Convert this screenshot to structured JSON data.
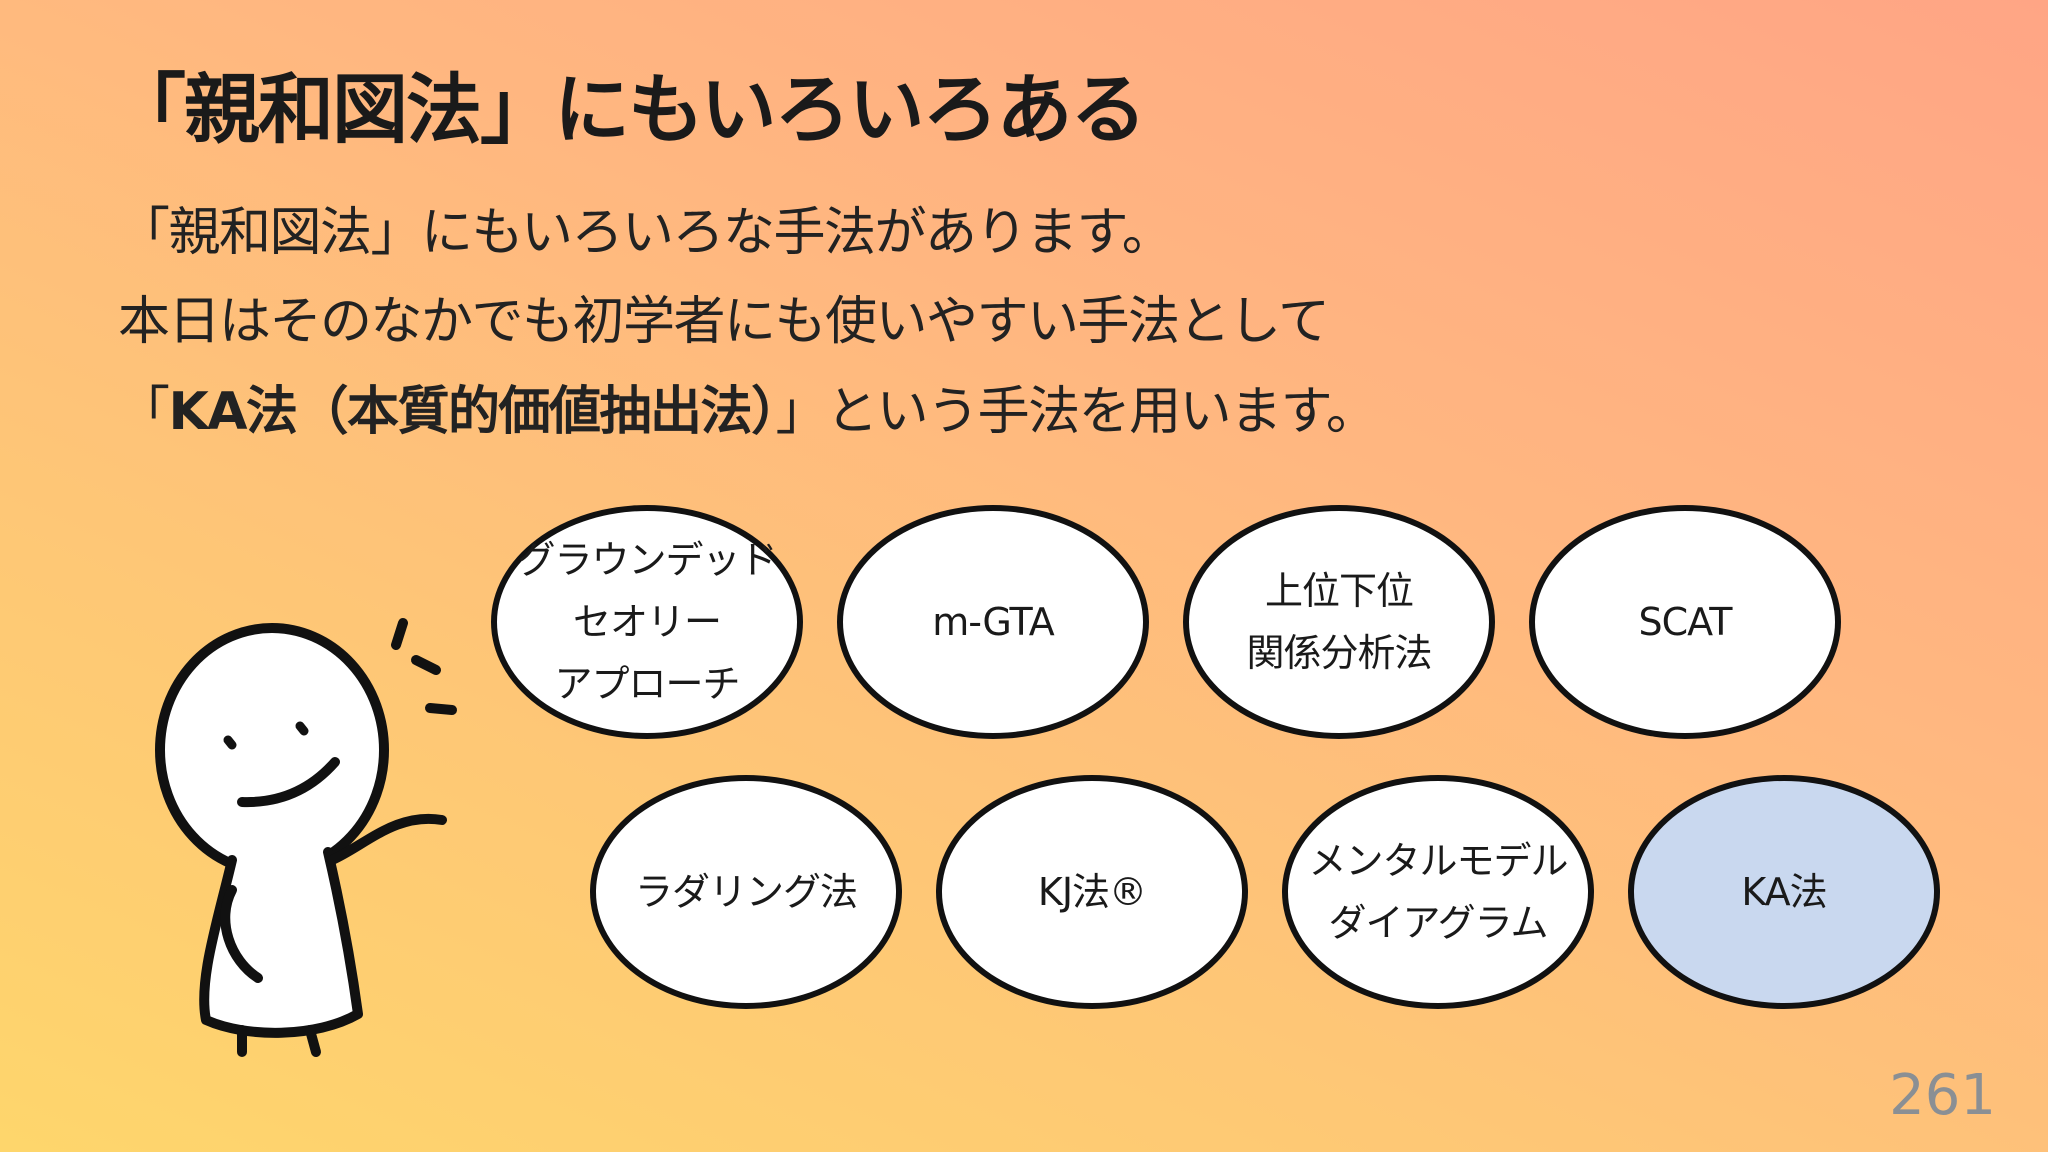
{
  "slide": {
    "title": "「親和図法」にもいろいろある",
    "body": {
      "line1": "「親和図法」にもいろいろな手法があります。",
      "line2": "本日はそのなかでも初学者にも使いやすい手法として",
      "line3_open": "「",
      "line3_bold": "KA法（本質的価値抽出法）",
      "line3_rest": "」という手法を用います。"
    },
    "methods": [
      {
        "lines": [
          "グラウンデッド",
          "セオリー",
          "アプローチ"
        ]
      },
      {
        "lines": [
          "m-GTA"
        ]
      },
      {
        "lines": [
          "上位下位",
          "関係分析法"
        ]
      },
      {
        "lines": [
          "SCAT"
        ]
      },
      {
        "lines": [
          "ラダリング法"
        ]
      },
      {
        "lines": [
          "KJ法®"
        ]
      },
      {
        "lines": [
          "メンタルモデル",
          "ダイアグラム"
        ]
      },
      {
        "lines": [
          "KA法"
        ],
        "highlighted": true
      }
    ],
    "page_number": "261",
    "colors": {
      "background_top_right": "#ffa585",
      "background_bottom_left": "#fed66c",
      "highlight_bubble": "#c9d8ef",
      "page_number": "#8a8f94"
    },
    "illustration": "stick-figure-waving"
  }
}
